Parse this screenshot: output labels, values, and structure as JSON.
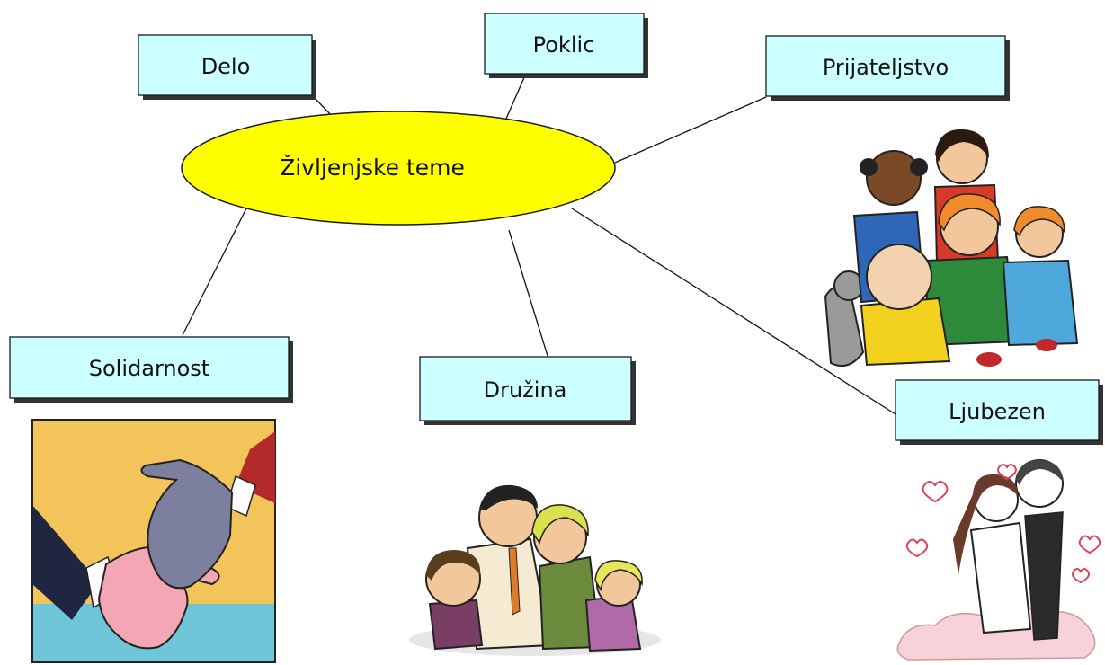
{
  "center": {
    "label": "Življenjske teme",
    "fill": "#ffff00"
  },
  "topics": {
    "delo": "Delo",
    "poklic": "Poklic",
    "prijateljstvo": "Prijateljstvo",
    "solidarnost": "Solidarnost",
    "druzina": "Družina",
    "ljubezen": "Ljubezen"
  },
  "box_color": "#ccffff",
  "illustrations": [
    {
      "topic": "Solidarnost",
      "icon": "handshake-icon"
    },
    {
      "topic": "Družina",
      "icon": "family-icon"
    },
    {
      "topic": "Prijateljstvo",
      "icon": "children-group-icon"
    },
    {
      "topic": "Ljubezen",
      "icon": "couple-hearts-icon"
    }
  ]
}
